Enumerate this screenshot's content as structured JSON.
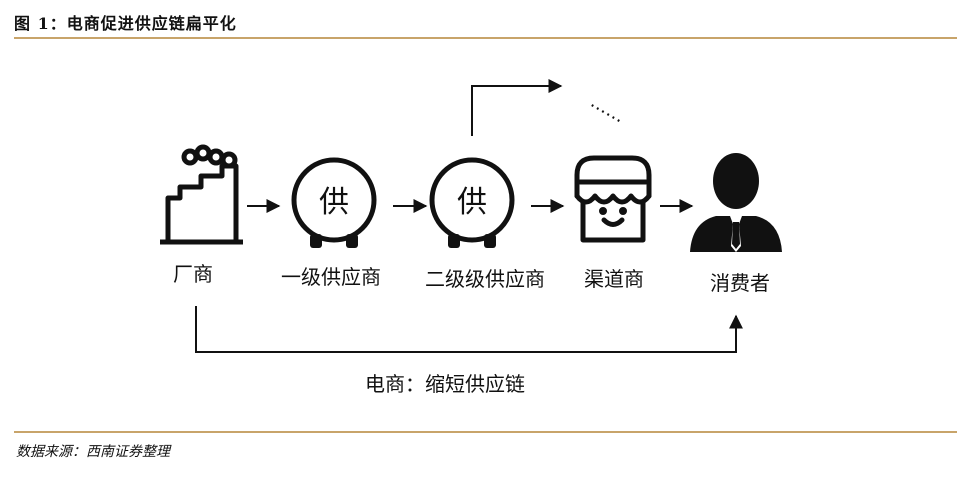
{
  "figure": {
    "title": "图 1：电商促进供应链扁平化",
    "source": "数据来源：西南证券整理"
  },
  "nodes": [
    {
      "id": "manufacturer",
      "label": "厂商",
      "icon": "factory-icon"
    },
    {
      "id": "tier1",
      "label": "一级供应商",
      "icon": "supplier-icon",
      "glyph": "供"
    },
    {
      "id": "tier2",
      "label": "二级级供应商",
      "icon": "supplier-icon",
      "glyph": "供"
    },
    {
      "id": "channel",
      "label": "渠道商",
      "icon": "storefront-icon"
    },
    {
      "id": "consumer",
      "label": "消费者",
      "icon": "person-icon"
    }
  ],
  "continuation": "……",
  "bypass": {
    "label": "电商：缩短供应链"
  },
  "colors": {
    "accent_rule": "#c8a46a",
    "ink": "#111111"
  }
}
